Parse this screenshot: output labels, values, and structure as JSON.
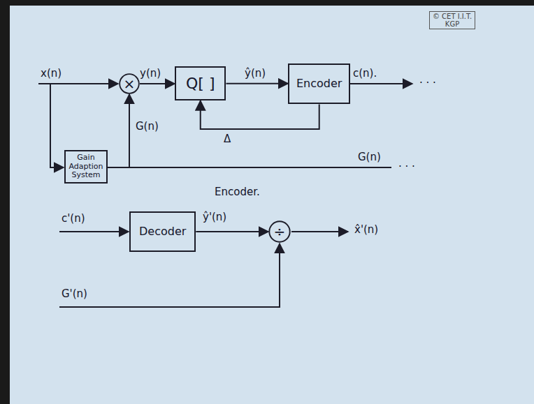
{
  "diagram": {
    "nodes": [
      {
        "text": [
          "×"
        ]
      },
      {
        "text": [
          "Q[ ]"
        ]
      },
      {
        "text": [
          "Encoder"
        ]
      },
      {
        "text": [
          "Gain Adaption System"
        ]
      },
      {
        "text": [
          "Decoder"
        ]
      },
      {
        "text": [
          "÷"
        ]
      }
    ],
    "edges": [
      {
        "from": 0,
        "to": 1,
        "label": "y(n)",
        "arrow": "to"
      },
      {
        "from": 1,
        "to": 2,
        "label": "ŷ(n)",
        "arrow": "to"
      },
      {
        "from": 2,
        "to": 1,
        "label": "Δ",
        "arrow": "to"
      },
      {
        "from": 3,
        "to": 0,
        "label": "G(n)",
        "arrow": "to"
      },
      {
        "from": 4,
        "to": 5,
        "label": "ŷ'(n)",
        "arrow": "to"
      }
    ],
    "labels": [
      "x(n)",
      "c(n).",
      "· · ·",
      "G(n)",
      "· · ·",
      "Encoder.",
      "c'(n)",
      "G'(n)",
      "x̂'(n)",
      "© CET I.I.T. KGP"
    ]
  }
}
